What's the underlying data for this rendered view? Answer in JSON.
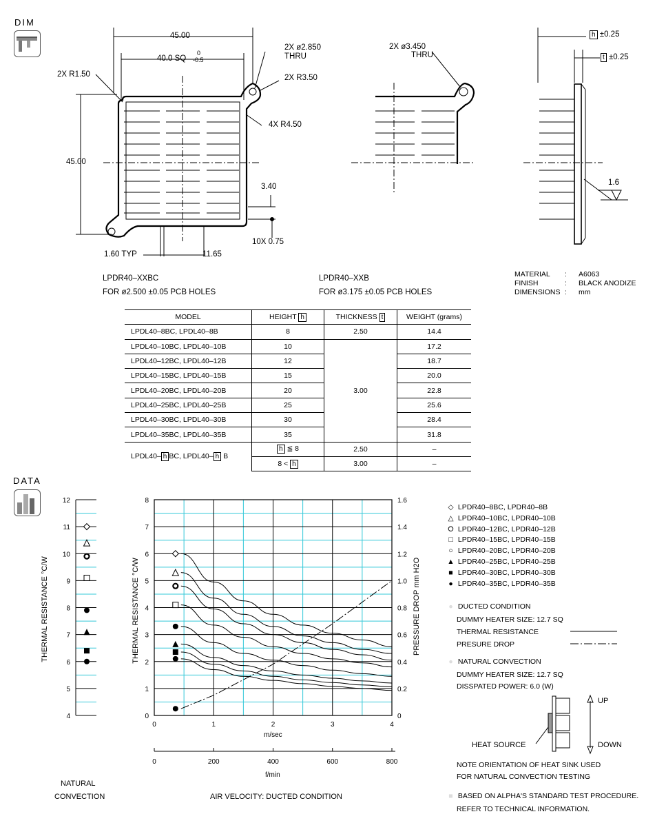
{
  "sections": {
    "dim_label": "DIM",
    "data_label": "DATA"
  },
  "drawing": {
    "dim_top_width": "45.00",
    "dim_inner_sq": "40.0 SQ",
    "dim_inner_tol_up": "0",
    "dim_inner_tol_down": "-0.5",
    "dim_height": "45.00",
    "corner_r": "2X R1.50",
    "hole_thru_1": "2X ø2.850",
    "hole_thru_1b": "THRU",
    "hole_r": "2X R3.50",
    "corner_r2": "4X R4.50",
    "dim_340": "3.40",
    "fins_075": "10X 0.75",
    "typ_160": "1.60 TYP",
    "dim_1165": "11.65",
    "hole_thru_2": "2X ø3.450",
    "hole_thru_2b": "THRU",
    "h_tol": "±0.25",
    "t_tol": "±0.25",
    "h_box": "h",
    "t_box": "t",
    "surface": "1.6",
    "model_bc": "LPDR40–XXBC",
    "model_bc_holes": "FOR ø2.500 ±0.05 PCB HOLES",
    "model_b": "LPDR40–XXB",
    "model_b_holes": "FOR ø3.175 ±0.05 PCB HOLES",
    "material_k": "MATERIAL",
    "material_v": "A6063",
    "finish_k": "FINISH",
    "finish_v": "BLACK ANODIZE",
    "dims_k": "DIMENSIONS",
    "dims_v": "mm",
    "colon": ":"
  },
  "table": {
    "headers": [
      "MODEL",
      "HEIGHT",
      "THICKNESS",
      "WEIGHT  (grams)"
    ],
    "rows": [
      {
        "model": "LPDL40–8BC,    LPDL40–8B",
        "height": "8",
        "thickness": "2.50",
        "weight": "14.4"
      },
      {
        "model": "LPDL40–10BC,   LPDL40–10B",
        "height": "10",
        "weight": "17.2"
      },
      {
        "model": "LPDL40–12BC,   LPDL40–12B",
        "height": "12",
        "weight": "18.7"
      },
      {
        "model": "LPDL40–15BC,   LPDL40–15B",
        "height": "15",
        "weight": "20.0"
      },
      {
        "model": "LPDL40–20BC,   LPDL40–20B",
        "height": "20",
        "weight": "22.8"
      },
      {
        "model": "LPDL40–25BC,   LPDL40–25B",
        "height": "25",
        "weight": "25.6"
      },
      {
        "model": "LPDL40–30BC,   LPDL40–30B",
        "height": "30",
        "weight": "28.4"
      },
      {
        "model": "LPDL40–35BC,   LPDL40–35B",
        "height": "35",
        "weight": "31.8"
      }
    ],
    "merged_thickness": "3.00",
    "generic_model_a": "LPDL40–",
    "generic_model_b": "BC,  LPDL40–",
    "generic_model_c": "B",
    "gen_h1": "≦ 8",
    "gen_h2a": "8 <",
    "gen_t1": "2.50",
    "gen_t2": "3.00",
    "gen_w1": "–",
    "gen_w2": "–"
  },
  "chart_data": [
    {
      "type": "scatter",
      "title": "",
      "ylabel": "THERMAL RESISTANCE  °C/W",
      "xlabel": "NATURAL CONVECTION",
      "ylim": [
        4,
        12
      ],
      "yticks": [
        "4",
        "5",
        "6",
        "7",
        "8",
        "9",
        "10",
        "11",
        "12"
      ],
      "series": [
        {
          "name": "LPDR40–8BC,   LPDR40–8B",
          "marker": "diamond-open",
          "y": 11.0
        },
        {
          "name": "LPDR40–10BC,  LPDR40–10B",
          "marker": "triangle-open",
          "y": 10.4
        },
        {
          "name": "LPDR40–12BC,  LPDR40–12B",
          "marker": "circle-thick",
          "y": 9.9
        },
        {
          "name": "LPDR40–15BC,  LPDR40–15B",
          "marker": "square-open",
          "y": 9.1
        },
        {
          "name": "LPDR40–20BC,  LPDR40–20B",
          "marker": "circle-open",
          "y": null
        },
        {
          "name": "LPDR40–25BC,  LPDR40–25B",
          "marker": "triangle-filled",
          "y": 7.1
        },
        {
          "name": "LPDR40–30BC,  LPDR40–30B",
          "marker": "square-filled",
          "y": 6.4
        },
        {
          "name": "LPDR40–35BC,  LPDR40–35B",
          "marker": "circle-filled",
          "y": 6.0
        }
      ],
      "extra_point": {
        "marker": "circle-filled",
        "y": 7.9
      }
    },
    {
      "type": "line",
      "ylabel": "THERMAL RESISTANCE  °C/W",
      "y2label": "PRESSURE DROP   mm H2O",
      "xlabel": "m/sec",
      "x2label": "f/min",
      "caption": "AIR VELOCITY:  DUCTED CONDITION",
      "xlim": [
        0,
        4
      ],
      "ylim": [
        0,
        8
      ],
      "y2lim": [
        0,
        1.6
      ],
      "xticks": [
        "0",
        "1",
        "2",
        "3",
        "4"
      ],
      "yticks": [
        "0",
        "1",
        "2",
        "3",
        "4",
        "5",
        "6",
        "7",
        "8"
      ],
      "y2ticks": [
        "0",
        "0.2",
        "0.4",
        "0.6",
        "0.8",
        "1.0",
        "1.2",
        "1.4",
        "1.6"
      ],
      "x2ticks": [
        "0",
        "200",
        "400",
        "600",
        "800"
      ],
      "x": [
        0.45,
        1.0,
        1.5,
        2.0,
        2.5,
        3.0,
        3.5,
        4.0
      ],
      "series": [
        {
          "name": "LPDR40–8BC,   LPDR40–8B",
          "marker": "diamond-open",
          "y": [
            6.0,
            4.95,
            4.25,
            3.75,
            3.35,
            3.05,
            2.8,
            2.55
          ]
        },
        {
          "name": "LPDR40–10BC,  LPDR40–10B",
          "marker": "triangle-open",
          "y": [
            5.3,
            4.35,
            3.75,
            3.3,
            2.95,
            2.7,
            2.45,
            2.3
          ]
        },
        {
          "name": "LPDR40–12BC,  LPDR40–12B",
          "marker": "circle-thick",
          "y": [
            4.8,
            3.95,
            3.4,
            3.0,
            2.7,
            2.45,
            2.25,
            2.05
          ]
        },
        {
          "name": "LPDR40–15BC,  LPDR40–15B",
          "marker": "square-open",
          "y": [
            4.1,
            3.35,
            2.9,
            2.55,
            2.3,
            2.1,
            1.95,
            1.8
          ]
        },
        {
          "name": "LPDR40–25BC,  LPDR40–25B",
          "marker": "triangle-filled",
          "y": [
            2.65,
            2.15,
            1.85,
            1.65,
            1.5,
            1.38,
            1.28,
            1.2
          ]
        },
        {
          "name": "LPDR40–30BC,  LPDR40–30B",
          "marker": "square-filled",
          "y": [
            2.35,
            1.9,
            1.65,
            1.45,
            1.32,
            1.22,
            1.13,
            1.06
          ]
        },
        {
          "name": "LPDR40–35BC,  LPDR40–35B",
          "marker": "circle-filled",
          "y": [
            2.1,
            1.7,
            1.45,
            1.3,
            1.18,
            1.08,
            1.0,
            0.93
          ]
        },
        {
          "name": "",
          "marker": "circle-filled",
          "y": [
            3.3,
            2.7,
            2.3,
            2.05,
            1.85,
            1.68,
            1.55,
            1.45
          ]
        }
      ],
      "pressure_drop": {
        "x": [
          0.45,
          1.0,
          2.0,
          3.0,
          4.0
        ],
        "y": [
          0.05,
          0.15,
          0.38,
          0.68,
          1.0
        ]
      }
    }
  ],
  "legend": {
    "items": [
      {
        "marker": "◇",
        "label": "LPDR40–8BC,   LPDR40–8B"
      },
      {
        "marker": "△",
        "label": "LPDR40–10BC,  LPDR40–10B"
      },
      {
        "marker": "⭘",
        "label": "LPDR40–12BC,  LPDR40–12B"
      },
      {
        "marker": "□",
        "label": "LPDR40–15BC,  LPDR40–15B"
      },
      {
        "marker": "○",
        "label": "LPDR40–20BC,  LPDR40–20B"
      },
      {
        "marker": "▲",
        "label": "LPDR40–25BC,  LPDR40–25B"
      },
      {
        "marker": "■",
        "label": "LPDR40–30BC,  LPDR40–30B"
      },
      {
        "marker": "●",
        "label": "LPDR40–35BC,  LPDR40–35B"
      }
    ],
    "ducted": "DUCTED CONDITION",
    "ducted_heater": "DUMMY HEATER SIZE: 12.7 SQ",
    "thermal_res": "THERMAL RESISTANCE",
    "pressure_drop": "PRESURE DROP",
    "natural": "NATURAL CONVECTION",
    "natural_heater": "DUMMY HEATER SIZE: 12.7 SQ",
    "natural_power": "DISSPATED POWER: 6.0 (W)",
    "up": "UP",
    "down": "DOWN",
    "heat_source": "HEAT SOURCE",
    "note1": "NOTE ORIENTATION OF HEAT SINK USED",
    "note2": "FOR NATURAL CONVECTION TESTING",
    "basis1": "BASED ON ALPHA'S STANDARD TEST PROCEDURE.",
    "basis2": "REFER TO TECHNICAL INFORMATION."
  }
}
